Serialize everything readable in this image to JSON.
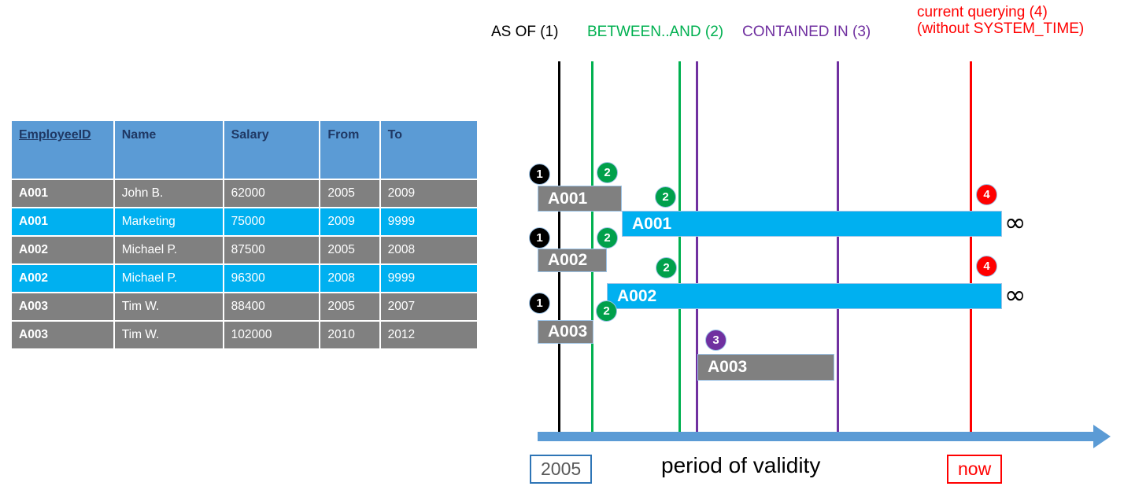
{
  "table": {
    "name": "employee-temporal-table",
    "columns": [
      {
        "key": "employee_id",
        "label": "EmployeeID",
        "underlined": true
      },
      {
        "key": "name",
        "label": "Name",
        "underlined": false
      },
      {
        "key": "salary",
        "label": "Salary",
        "underlined": false
      },
      {
        "key": "from",
        "label": "From",
        "underlined": false
      },
      {
        "key": "to",
        "label": "To",
        "underlined": false
      }
    ],
    "rows": [
      {
        "employee_id": "A001",
        "name": "John  B.",
        "salary": "62000",
        "from": "2005",
        "to": "2009",
        "style": "gray"
      },
      {
        "employee_id": "A001",
        "name": "Marketing",
        "salary": "75000",
        "from": "2009",
        "to": "9999",
        "style": "cyan"
      },
      {
        "employee_id": "A002",
        "name": "Michael P.",
        "salary": "87500",
        "from": "2005",
        "to": "2008",
        "style": "gray"
      },
      {
        "employee_id": "A002",
        "name": "Michael P.",
        "salary": "96300",
        "from": "2008",
        "to": "9999",
        "style": "cyan"
      },
      {
        "employee_id": "A003",
        "name": "Tim W.",
        "salary": "88400",
        "from": "2005",
        "to": "2007",
        "style": "gray"
      },
      {
        "employee_id": "A003",
        "name": "Tim W.",
        "salary": "102000",
        "from": "2010",
        "to": "2012",
        "style": "gray"
      }
    ]
  },
  "legend": {
    "as_of": "AS OF (1)",
    "between_and": "BETWEEN..AND (2)",
    "contained_in": "CONTAINED IN (3)",
    "current_querying_line1": "current querying (4)",
    "current_querying_line2": "(without SYSTEM_TIME)"
  },
  "colors": {
    "as_of": "#000000",
    "between_and": "#00B050",
    "contained_in": "#7030A0",
    "current_querying": "#FF0000",
    "closed_row": "#808080",
    "open_row": "#00B0F0",
    "header": "#5B9BD5",
    "header_text": "#1F3864",
    "axis": "#5B9BD5"
  },
  "diagram": {
    "bars": [
      {
        "label": "A001",
        "style": "closed"
      },
      {
        "label": "A001",
        "style": "open"
      },
      {
        "label": "A002",
        "style": "closed"
      },
      {
        "label": "A002",
        "style": "open"
      },
      {
        "label": "A003",
        "style": "closed"
      },
      {
        "label": "A003",
        "style": "closed"
      }
    ],
    "badges": {
      "as_of": "1",
      "between_and": "2",
      "contained_in": "3",
      "current": "4"
    },
    "infinity": "∞",
    "axis": {
      "start_label": "2005",
      "title": "period of validity",
      "end_label": "now"
    }
  }
}
